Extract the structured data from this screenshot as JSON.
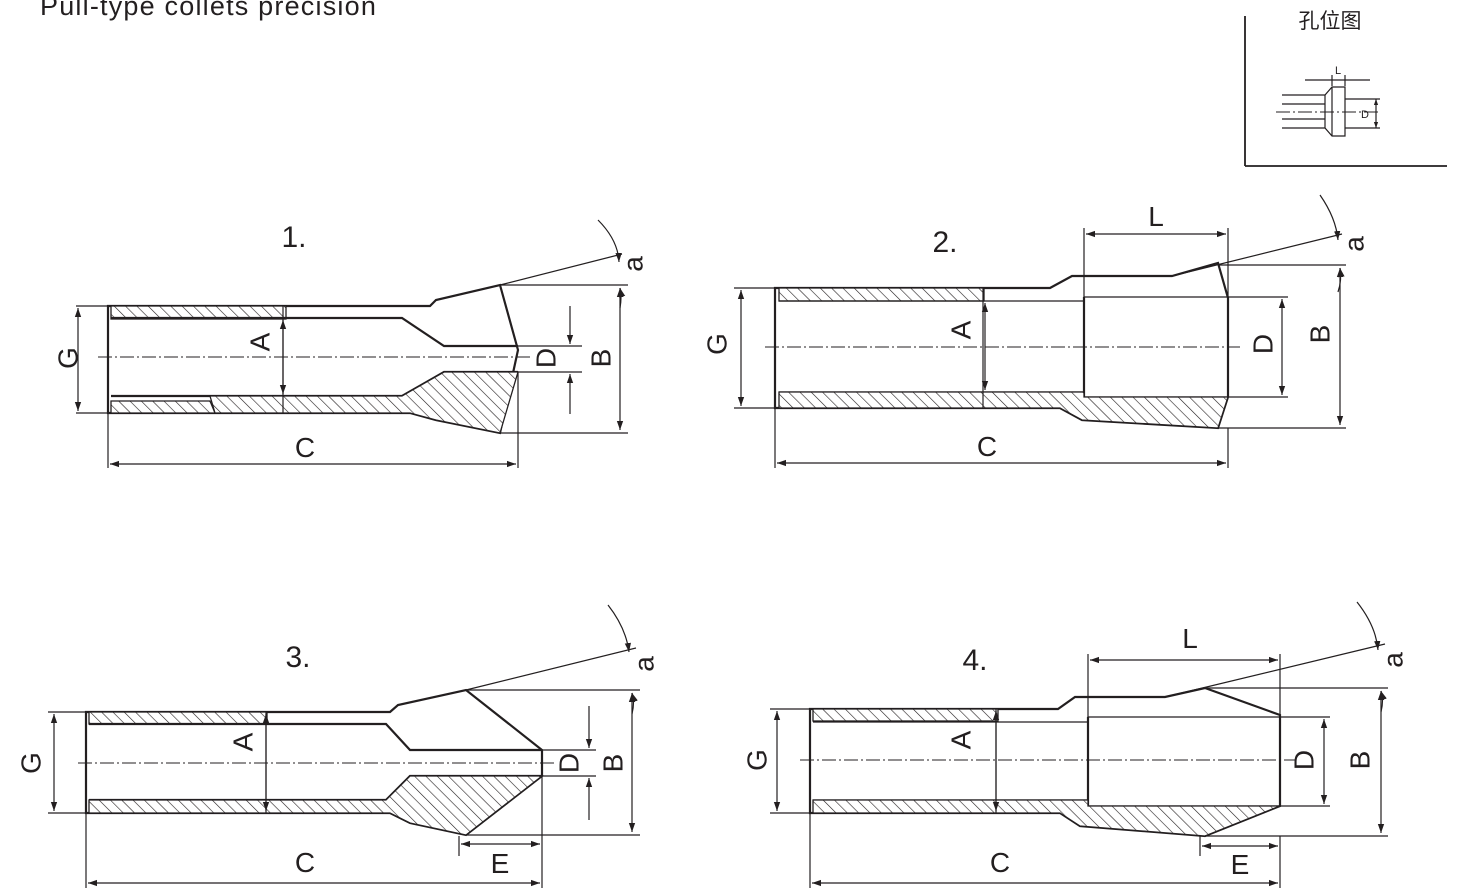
{
  "title": "Pull-type collets precision",
  "hole_diagram": {
    "caption": "孔位图",
    "label_L": "L",
    "label_D": "D"
  },
  "figures": [
    {
      "number": "1.",
      "labels": {
        "G": "G",
        "A": "A",
        "B": "B",
        "C": "C",
        "D": "D",
        "a": "a"
      }
    },
    {
      "number": "2.",
      "labels": {
        "G": "G",
        "A": "A",
        "B": "B",
        "C": "C",
        "D": "D",
        "L": "L",
        "a": "a"
      }
    },
    {
      "number": "3.",
      "labels": {
        "G": "G",
        "A": "A",
        "B": "B",
        "C": "C",
        "D": "D",
        "E": "E",
        "a": "a"
      }
    },
    {
      "number": "4.",
      "labels": {
        "G": "G",
        "A": "A",
        "B": "B",
        "C": "C",
        "D": "D",
        "E": "E",
        "L": "L",
        "a": "a"
      }
    }
  ],
  "colors": {
    "ink": "#231f20",
    "background": "#ffffff"
  }
}
